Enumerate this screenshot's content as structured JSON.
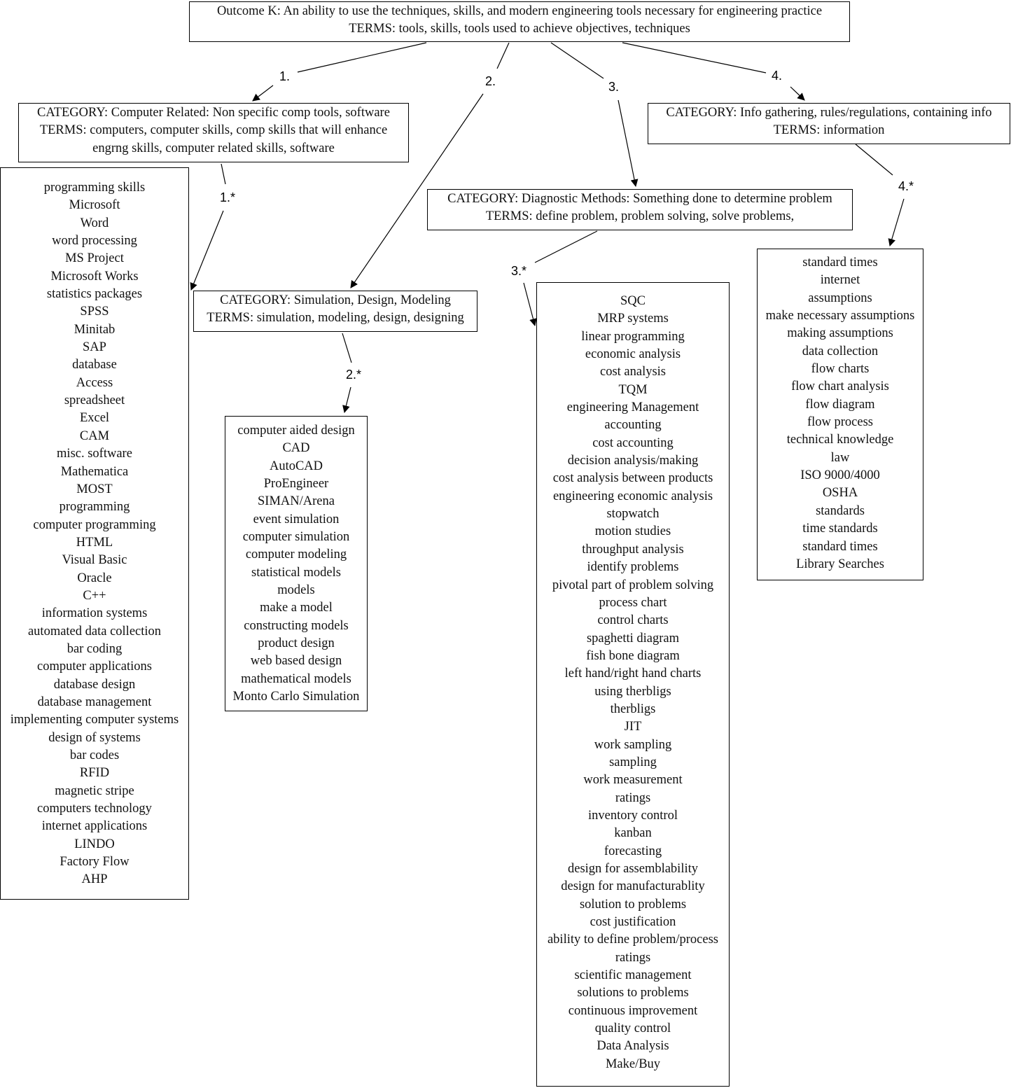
{
  "root": {
    "title": "Outcome K: An ability to use the techniques, skills, and modern engineering tools necessary for engineering practice",
    "terms": "TERMS: tools, skills, tools used to achieve objectives, techniques"
  },
  "branch_labels": [
    "1.",
    "2.",
    "3.",
    "4."
  ],
  "list_labels": [
    "1.*",
    "2.*",
    "3.*",
    "4.*"
  ],
  "categories": [
    {
      "lines": [
        "CATEGORY: Computer Related: Non specific comp tools, software",
        "TERMS: computers, computer skills, comp skills that will enhance",
        "engrng skills, computer related skills, software"
      ],
      "items": [
        "programming skills",
        "Microsoft",
        "Word",
        "word processing",
        "MS Project",
        "Microsoft Works",
        "statistics packages",
        "SPSS",
        "Minitab",
        "SAP",
        "database",
        "Access",
        "spreadsheet",
        "Excel",
        "CAM",
        "misc. software",
        "Mathematica",
        "MOST",
        "programming",
        "computer programming",
        "HTML",
        "Visual Basic",
        "Oracle",
        "C++",
        "information systems",
        "automated data collection",
        "bar coding",
        "computer applications",
        "database design",
        "database management",
        "implementing computer systems",
        "design of systems",
        "bar codes",
        "RFID",
        "magnetic stripe",
        "computers technology",
        "internet applications",
        "LINDO",
        "Factory Flow",
        "AHP"
      ]
    },
    {
      "lines": [
        "CATEGORY: Simulation, Design, Modeling",
        "TERMS: simulation, modeling, design, designing"
      ],
      "items": [
        "computer aided design",
        "CAD",
        "AutoCAD",
        "ProEngineer",
        "SIMAN/Arena",
        "event simulation",
        "computer simulation",
        "computer modeling",
        "statistical models",
        "models",
        "make a model",
        "constructing models",
        "product design",
        "web based design",
        "mathematical models",
        "Monto Carlo Simulation"
      ]
    },
    {
      "lines": [
        "CATEGORY: Diagnostic Methods: Something done to determine problem",
        "TERMS: define problem, problem solving, solve problems,"
      ],
      "items": [
        "SQC",
        "MRP systems",
        "linear programming",
        "economic analysis",
        "cost analysis",
        "TQM",
        "engineering Management",
        "accounting",
        "cost accounting",
        "decision analysis/making",
        "cost analysis between products",
        "engineering economic analysis",
        "stopwatch",
        "motion studies",
        "throughput analysis",
        "identify problems",
        "pivotal part of problem solving",
        "process chart",
        "control charts",
        "spaghetti diagram",
        "fish bone diagram",
        "left hand/right hand charts",
        "using therbligs",
        "therbligs",
        "JIT",
        "work sampling",
        "sampling",
        "work measurement",
        "ratings",
        "inventory control",
        "kanban",
        "forecasting",
        "design for assemblability",
        "design for manufacturablity",
        "solution to problems",
        "cost justification",
        "ability to define problem/process",
        "ratings",
        "scientific management",
        "solutions to problems",
        "continuous improvement",
        "quality control",
        "Data Analysis",
        "Make/Buy"
      ]
    },
    {
      "lines": [
        "CATEGORY: Info gathering, rules/regulations, containing info",
        "TERMS: information"
      ],
      "items": [
        "standard times",
        "internet",
        "assumptions",
        "make necessary assumptions",
        "making assumptions",
        "data collection",
        "flow charts",
        "flow chart analysis",
        "flow diagram",
        "flow process",
        "technical knowledge",
        "law",
        "ISO 9000/4000",
        "OSHA",
        "standards",
        "time standards",
        "standard times",
        "Library Searches"
      ]
    }
  ]
}
